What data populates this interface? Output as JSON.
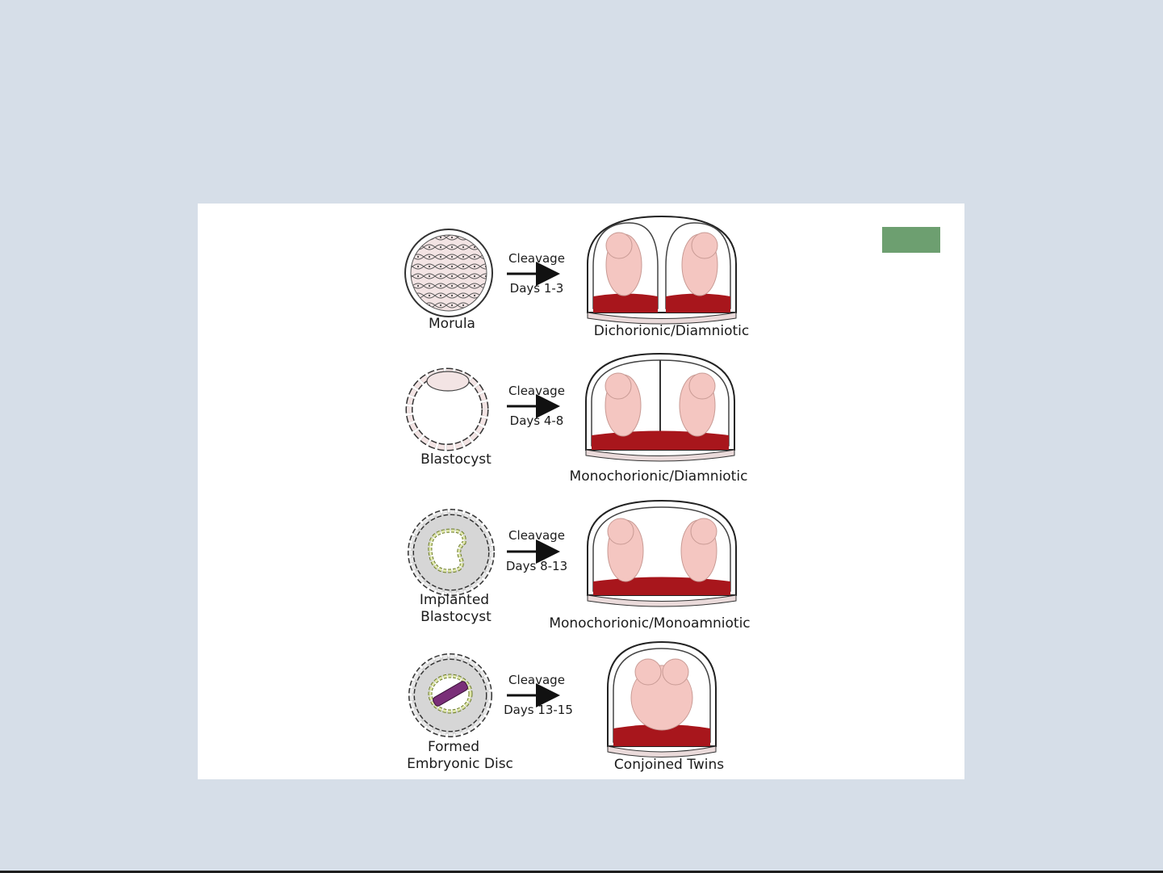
{
  "colors": {
    "background": "#d6dee8",
    "panel": "#ffffff",
    "tag": "#6d9f70",
    "placenta": "#a8161c",
    "fetus": "#f4c6c1"
  },
  "rows": [
    {
      "stage_lines": [
        "Morula"
      ],
      "arrow_top": "Cleavage",
      "arrow_bottom": "Days 1-3",
      "result": "Dichorionic/Diamniotic"
    },
    {
      "stage_lines": [
        "Blastocyst"
      ],
      "arrow_top": "Cleavage",
      "arrow_bottom": "Days 4-8",
      "result": "Monochorionic/Diamniotic"
    },
    {
      "stage_lines": [
        "Implanted",
        "Blastocyst"
      ],
      "arrow_top": "Cleavage",
      "arrow_bottom": "Days 8-13",
      "result": "Monochorionic/Monoamniotic"
    },
    {
      "stage_lines": [
        "Formed",
        "Embryonic Disc"
      ],
      "arrow_top": "Cleavage",
      "arrow_bottom": "Days 13-15",
      "result": "Conjoined Twins"
    }
  ]
}
